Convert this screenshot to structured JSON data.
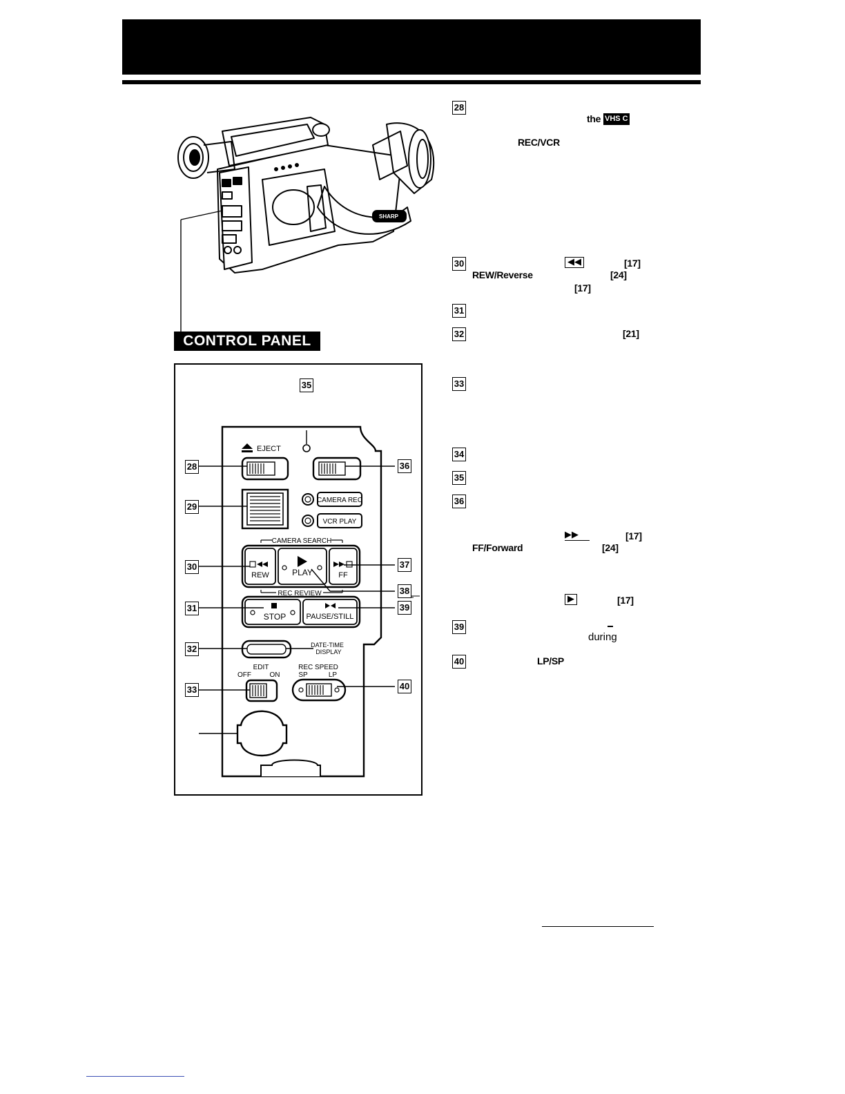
{
  "callouts": {
    "n28": "28",
    "n29": "29",
    "n30": "30",
    "n31": "31",
    "n32": "32",
    "n33": "33",
    "n34": "34",
    "n35": "35",
    "n36": "36",
    "n37": "37",
    "n38": "38",
    "n39": "39",
    "n40": "40"
  },
  "panel_label": "CONTROL PANEL",
  "right_text": {
    "the": "the",
    "vhsc": "VHS C",
    "rec_vcr": "REC/VCR",
    "ref17": "[17]",
    "ref24": "[24]",
    "ref21": "[21]",
    "rew_reverse": "REW/Reverse",
    "ff_forward": "FF/Forward",
    "during": "during",
    "lp_sp": "LP/SP"
  },
  "panel_labels": {
    "eject": "EJECT",
    "camera_rec": "CAMERA REC",
    "vcr_play": "VCR PLAY",
    "camera_search": "CAMERA SEARCH",
    "rew": "REW",
    "play": "PLAY",
    "ff": "FF",
    "rec_review": "REC REVIEW",
    "stop": "STOP",
    "pause_still": "PAUSE/STILL",
    "date_time": "DATE-TIME",
    "display": "DISPLAY",
    "edit": "EDIT",
    "off": "OFF",
    "on": "ON",
    "rec_speed": "REC SPEED",
    "sp": "SP",
    "lp": "LP"
  },
  "icons": {
    "rew_symbol": "rewind-icon",
    "ff_symbol": "fast-forward-icon",
    "play_symbol": "play-icon"
  },
  "camera_brand": "SHARP"
}
